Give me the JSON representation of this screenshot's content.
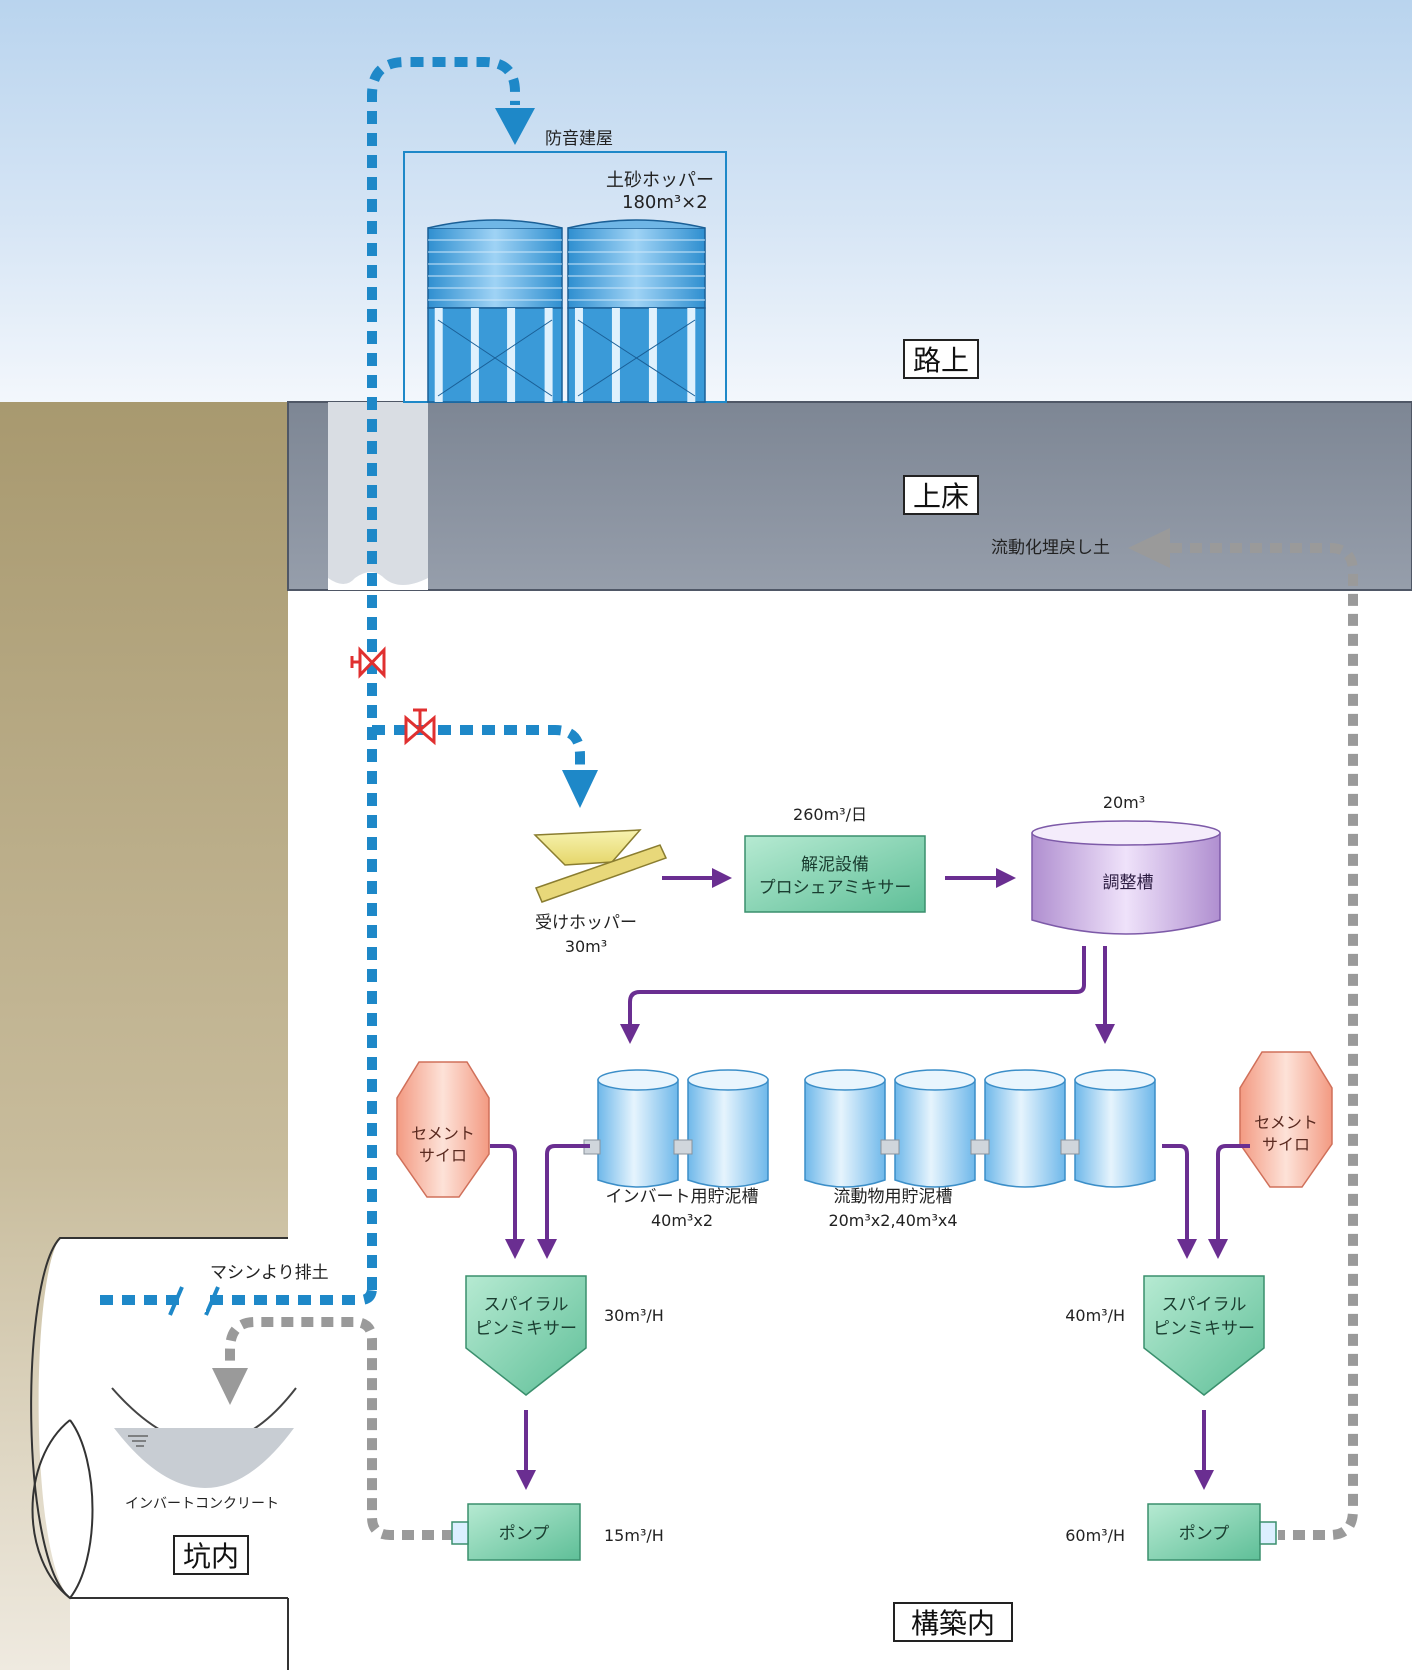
{
  "colors": {
    "sky_top": "#b9d4ee",
    "sky_bottom": "#eef4fb",
    "ground": "#a89a76",
    "slab": "#8d96a4",
    "slab_edge": "#4f5766",
    "blue_flow": "#1e88c8",
    "gray_flow": "#9a9a9a",
    "purple_flow": "#6a2e91",
    "green_box": "#7fcfae",
    "tank_blue": "#7fc3ee",
    "silo_red": "#f4a58f",
    "valve_red": "#e03030"
  },
  "zones": {
    "road": "路上",
    "upper_floor": "上床",
    "tunnel": "坑内",
    "structure": "構築内"
  },
  "labels": {
    "soundproof": "防音建屋",
    "hopper_name": "土砂ホッパー",
    "hopper_cap": "180m³×2",
    "backfill": "流動化埋戻し土",
    "machine_out": "マシンより排土",
    "invert_concrete": "インバートコンクリート",
    "recv_hopper": "受けホッパー",
    "recv_cap": "30m³",
    "mixer_rate": "260m³/日",
    "mixer_line1": "解泥設備",
    "mixer_line2": "プロシェアミキサー",
    "tank_cap": "20m³",
    "tank_name": "調整槽",
    "invert_tank_name": "インバート用貯泥槽",
    "invert_tank_cap": "40m³x2",
    "fluid_tank_name": "流動物用貯泥槽",
    "fluid_tank_cap": "20m³x2,40m³x4",
    "silo_line1": "セメント",
    "silo_line2": "サイロ",
    "spiral_line1": "スパイラル",
    "spiral_line2": "ピンミキサー",
    "spiral_left_rate": "30m³/H",
    "spiral_right_rate": "40m³/H",
    "pump": "ポンプ",
    "pump_left_rate": "15m³/H",
    "pump_right_rate": "60m³/H"
  }
}
